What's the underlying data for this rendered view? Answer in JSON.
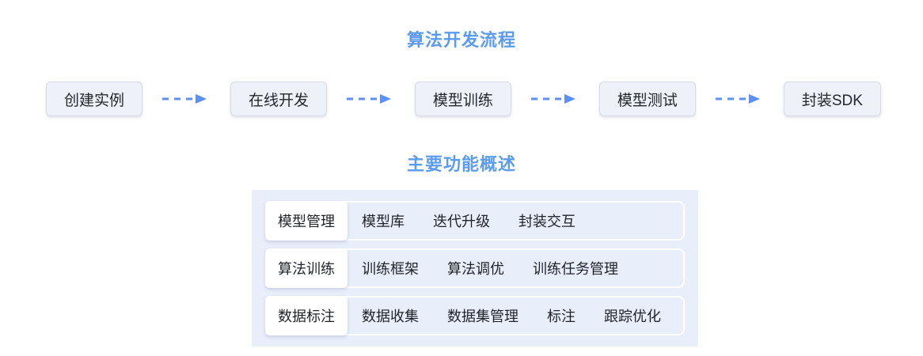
{
  "flow": {
    "title": "算法开发流程",
    "accent_color": "#5b9bf0",
    "arrow_color": "#5b8ff9",
    "steps": [
      {
        "label": "创建实例"
      },
      {
        "label": "在线开发"
      },
      {
        "label": "模型训练"
      },
      {
        "label": "模型测试"
      },
      {
        "label": "封装SDK"
      }
    ],
    "connector_icon": "dashed-arrow-right-icon"
  },
  "features": {
    "title": "主要功能概述",
    "accent_color": "#5b9bf0",
    "panel_color": "#e9eefb",
    "rows": [
      {
        "label": "模型管理",
        "items": [
          "模型库",
          "迭代升级",
          "封装交互"
        ]
      },
      {
        "label": "算法训练",
        "items": [
          "训练框架",
          "算法调优",
          "训练任务管理"
        ]
      },
      {
        "label": "数据标注",
        "items": [
          "数据收集",
          "数据集管理",
          "标注",
          "跟踪优化"
        ]
      }
    ]
  }
}
